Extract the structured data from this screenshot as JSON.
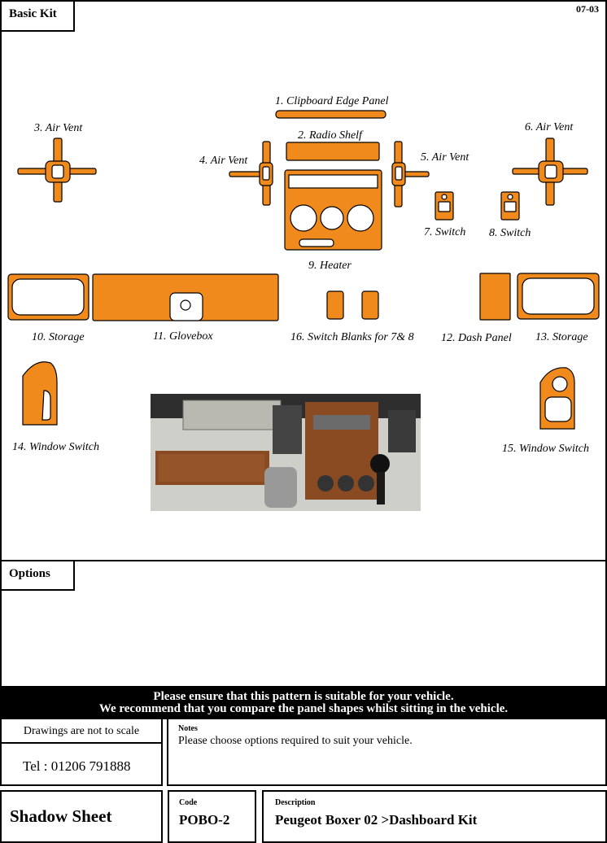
{
  "header": {
    "tab": "Basic Kit",
    "code_date": "07-03"
  },
  "parts": {
    "p1": "1. Clipboard Edge Panel",
    "p2": "2. Radio Shelf",
    "p3": "3. Air Vent",
    "p4": "4. Air Vent",
    "p5": "5. Air Vent",
    "p6": "6. Air Vent",
    "p7": "7. Switch",
    "p8": "8. Switch",
    "p9": "9. Heater",
    "p10": "10. Storage",
    "p11": "11. Glovebox",
    "p12": "12. Dash Panel",
    "p13": "13. Storage",
    "p14": "14. Window Switch",
    "p15": "15. Window Switch",
    "p16": "16. Switch Blanks for 7& 8"
  },
  "colors": {
    "panel": "#f08a1c",
    "wood": "#8a4a22"
  },
  "options": {
    "tab": "Options"
  },
  "banner": {
    "line1": "Please ensure that this pattern is suitable for your vehicle.",
    "line2": "We recommend that you compare the panel shapes whilst sitting in the vehicle."
  },
  "footer": {
    "scale_note": "Drawings are not to scale",
    "tel": "Tel : 01206 791888",
    "notes_label": "Notes",
    "notes_text": "Please choose options required to suit your vehicle.",
    "title": "Shadow Sheet",
    "code_label": "Code",
    "code_value": "POBO-2",
    "desc_label": "Description",
    "desc_value": "Peugeot Boxer 02 >Dashboard Kit"
  }
}
